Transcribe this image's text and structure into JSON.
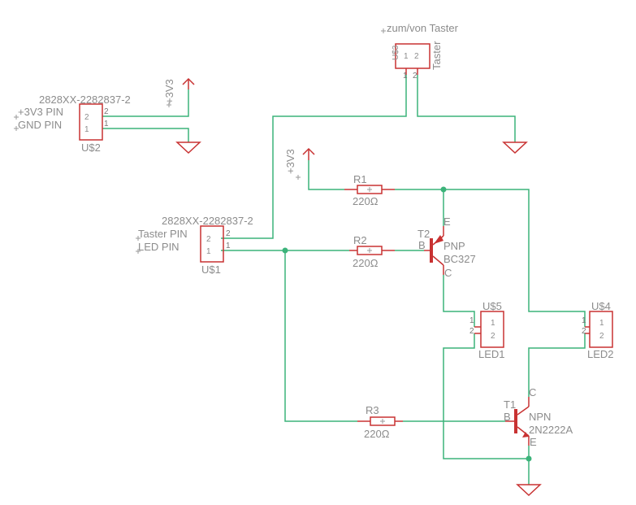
{
  "colors": {
    "wire": "#3cb37a",
    "symbol": "#c83232",
    "label": "#8c8c8c"
  },
  "labels": {
    "taster_caption": "zum/von Taster",
    "u3": "U$3",
    "u3_value": "Taster",
    "u3_pin1": "1",
    "u3_pin2": "2",
    "u2_part": "2828XX-2282837-2",
    "u2_pin_a": "+3V3 PIN",
    "u2_pin_b": "GND PIN",
    "u2": "U$2",
    "u2_pin2": "2",
    "u2_pin1": "1",
    "supply_top": "+3V3",
    "supply_mid": "+3V3",
    "u1_part": "2828XX-2282837-2",
    "u1_pin_a": "Taster PIN",
    "u1_pin_b": "LED PIN",
    "u1": "U$1",
    "u1_pin2": "2",
    "u1_pin1": "1",
    "r1": "R1",
    "r1_value": "220Ω",
    "r2": "R2",
    "r2_value": "220Ω",
    "r3": "R3",
    "r3_value": "220Ω",
    "t2": "T2",
    "t2_type": "PNP",
    "t2_value": "BC327",
    "t1": "T1",
    "t1_type": "NPN",
    "t1_value": "2N2222A",
    "pin_e": "E",
    "pin_b": "B",
    "pin_c": "C",
    "u5": "U$5",
    "led1": "LED1",
    "u4": "U$4",
    "led2": "LED2",
    "conn_pin1": "1",
    "conn_pin2": "2"
  }
}
